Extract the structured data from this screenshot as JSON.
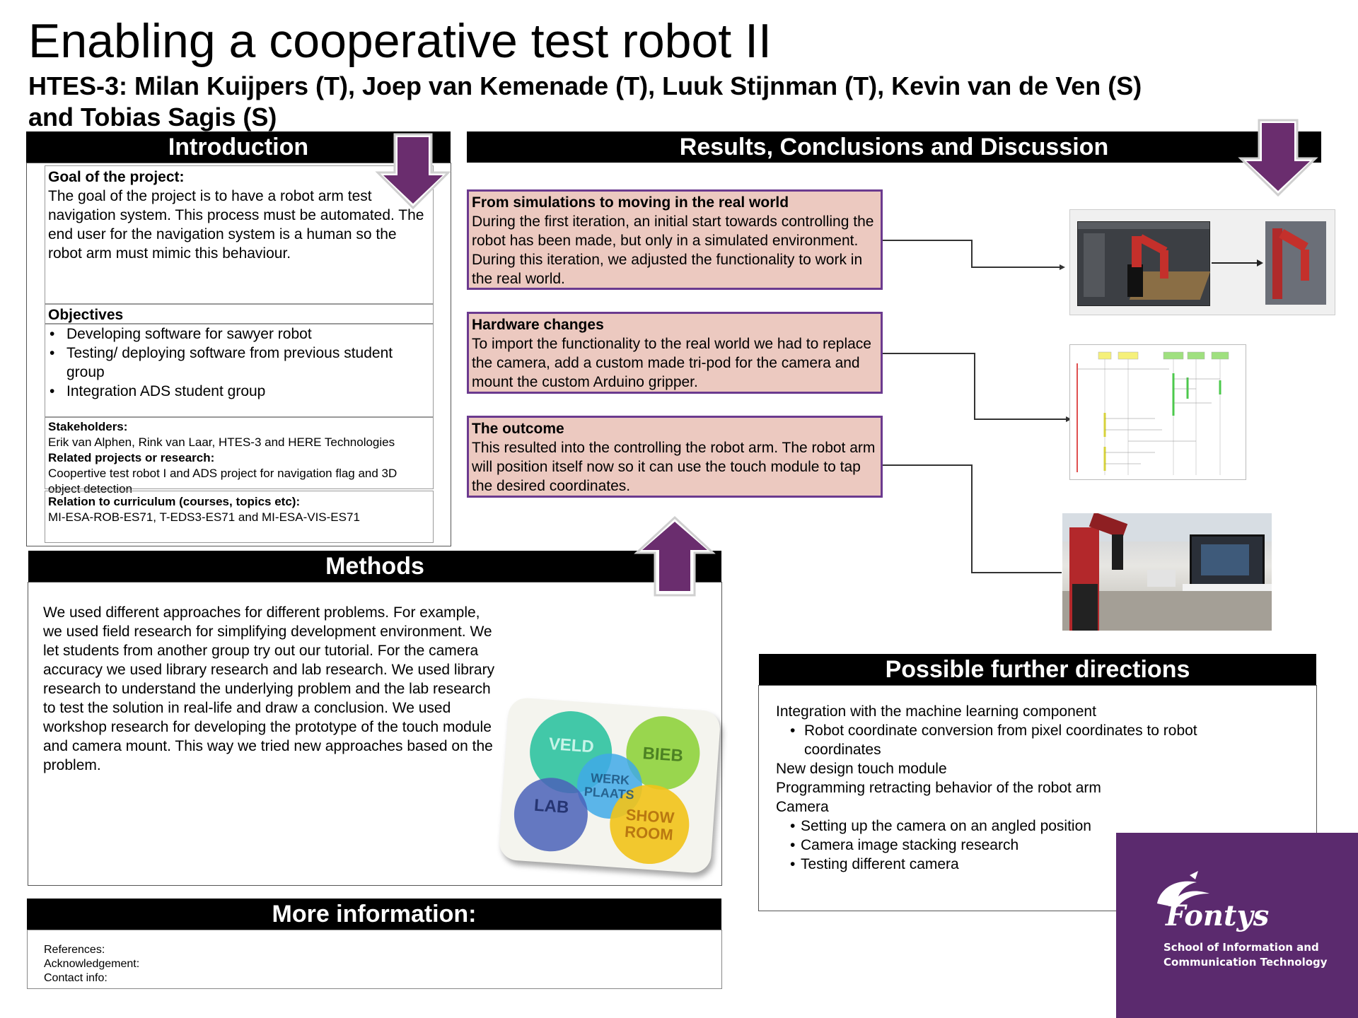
{
  "poster": {
    "title": "Enabling a cooperative test robot II",
    "authors": "HTES-3: Milan Kuijpers (T), Joep van Kemenade (T), Luuk Stijnman (T), Kevin van de Ven (S) and Tobias Sagis (S)"
  },
  "introduction": {
    "header": "Introduction",
    "goal_heading": "Goal of the project:",
    "goal_text": "The goal of the project is to have a robot arm test navigation system. This process must be automated. The end user for the navigation system is a human so the robot arm must mimic this behaviour.",
    "objectives_heading": "Objectives",
    "objectives": [
      "Developing software for sawyer robot",
      "Testing/ deploying software from previous student group",
      "Integration ADS student group"
    ],
    "stakeholders_heading": "Stakeholders:",
    "stakeholders_text": "Erik van Alphen, Rink van Laar, HTES-3 and HERE Technologies",
    "related_heading": "Related projects or research:",
    "related_text": "Coopertive test robot I and ADS project for navigation flag and 3D object detection",
    "curriculum_heading": "Relation to curriculum (courses, topics etc):",
    "curriculum_text": "MI-ESA-ROB-ES71, T-EDS3-ES71 and MI-ESA-VIS-ES71"
  },
  "results": {
    "header": "Results, Conclusions and Discussion",
    "items": [
      {
        "heading": "From simulations to moving in the real world",
        "text": "During the first iteration, an initial start towards controlling the robot has been made, but only in a simulated environment. During this iteration, we adjusted the functionality to work in the real world."
      },
      {
        "heading": "Hardware changes",
        "text": "To import the functionality to the real world we had to replace the camera, add a custom made tri-pod for the camera and mount the custom Arduino gripper."
      },
      {
        "heading": "The outcome",
        "text": "This resulted into the controlling the robot arm. The robot arm will position itself now so it can use the touch module to tap the desired coordinates."
      }
    ]
  },
  "methods": {
    "header": "Methods",
    "text": "We used different approaches for different problems. For example, we used field research for simplifying development environment. We let students from another group try out our tutorial.  For the camera accuracy we used library research and lab research. We used library research to understand the underlying problem and the lab research to test the solution in real-life and draw a conclusion. We used workshop research for developing the prototype of the touch module and camera mount. This way we tried new approaches based on the problem.",
    "diagram_labels": [
      "VELD",
      "BIEB",
      "WERK PLAATS",
      "LAB",
      "SHOW ROOM"
    ],
    "colors": {
      "veld": "#2fc3a0",
      "bieb": "#8fd33c",
      "werk": "#3fa9e8",
      "lab": "#4a62b8",
      "show": "#f2c318"
    }
  },
  "further": {
    "header": "Possible further directions",
    "lines": [
      {
        "indent": 0,
        "text": "Integration with the machine learning component"
      },
      {
        "indent": 1,
        "text": "Robot coordinate conversion from pixel coordinates to robot coordinates"
      },
      {
        "indent": 0,
        "text": "New design touch module"
      },
      {
        "indent": 0,
        "text": "Programming retracting behavior of the robot arm"
      },
      {
        "indent": 0,
        "text": "Camera"
      },
      {
        "indent": 1,
        "text": "Setting up the camera on an angled position"
      },
      {
        "indent": 1,
        "text": "Camera image stacking research"
      },
      {
        "indent": 1,
        "text": "Testing different camera"
      }
    ]
  },
  "more_info": {
    "header": "More information:",
    "references": "References:",
    "acknowledgement": "Acknowledgement:",
    "contact": "Contact info:"
  },
  "brand": {
    "name": "Fontys",
    "school": "School of Information and Communication Technology",
    "color": "#5b2a6e"
  },
  "colors": {
    "arrow": "#6a2d6e",
    "pink": "#ecc9c0",
    "pink_border": "#6b3a8f"
  }
}
